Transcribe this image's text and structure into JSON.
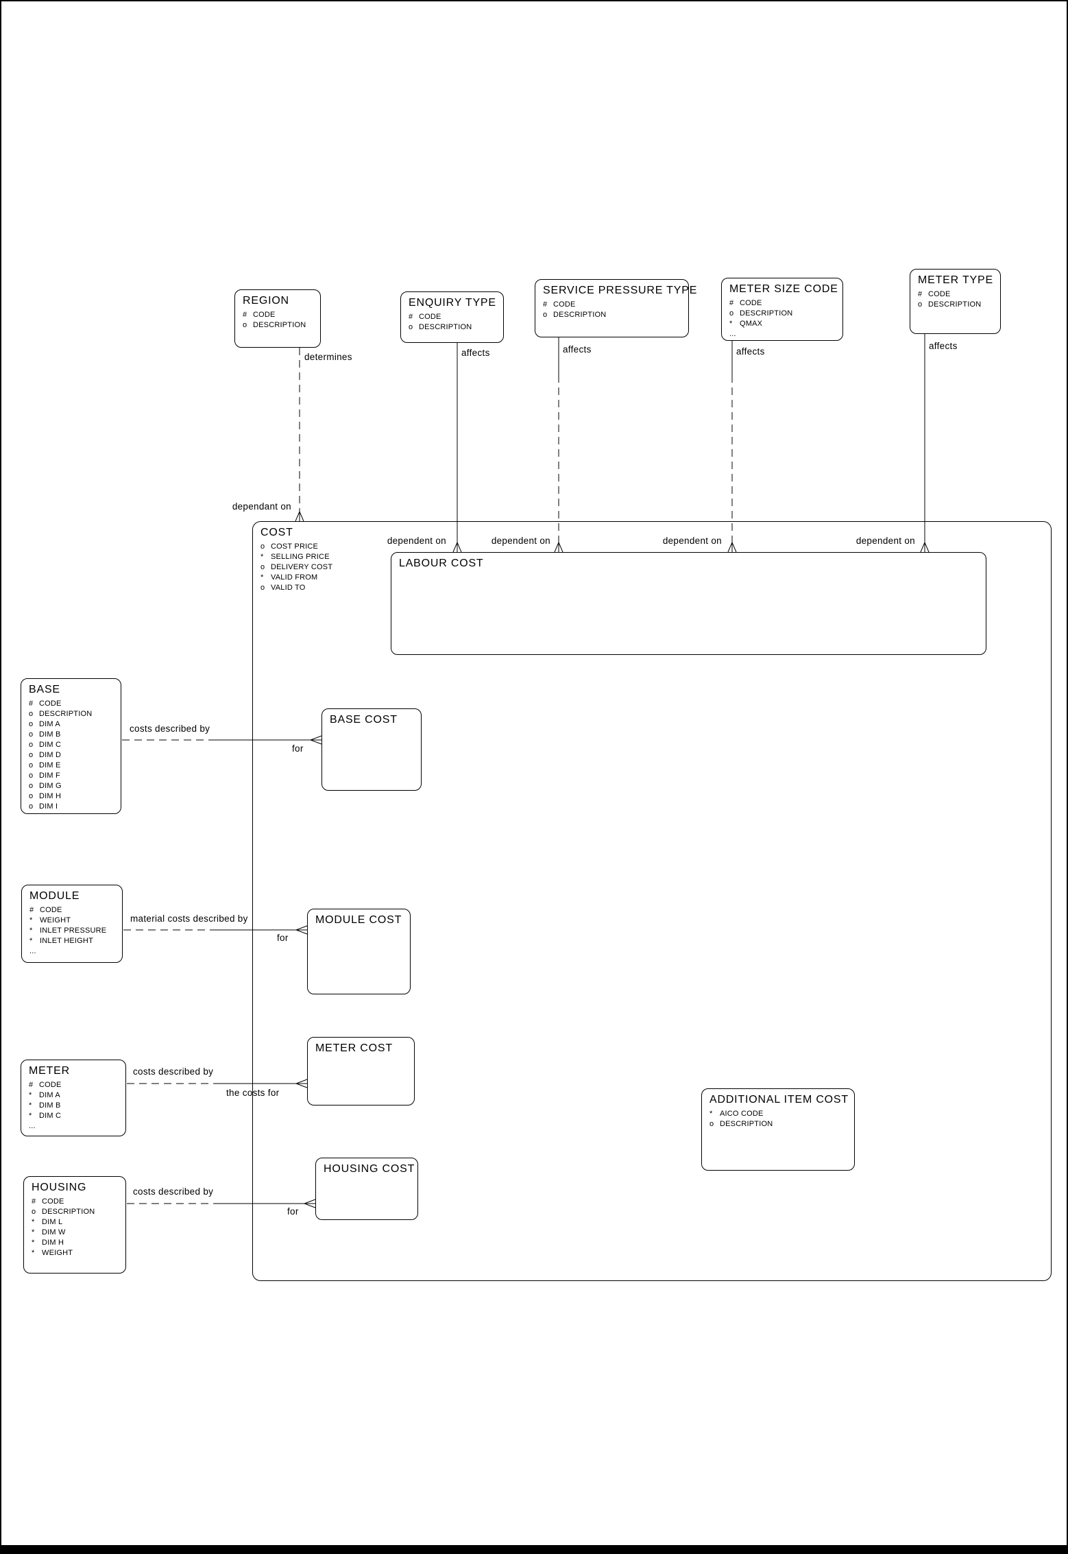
{
  "page": {
    "background": "#ffffff",
    "line_color": "#000000"
  },
  "entities": {
    "region": {
      "title": "REGION",
      "attrs": [
        {
          "p": "#",
          "n": "CODE"
        },
        {
          "p": "o",
          "n": "DESCRIPTION"
        }
      ]
    },
    "enquiry_type": {
      "title": "ENQUIRY TYPE",
      "attrs": [
        {
          "p": "#",
          "n": "CODE"
        },
        {
          "p": "o",
          "n": "DESCRIPTION"
        }
      ]
    },
    "service_pressure_type": {
      "title": "SERVICE PRESSURE TYPE",
      "attrs": [
        {
          "p": "#",
          "n": "CODE"
        },
        {
          "p": "o",
          "n": "DESCRIPTION"
        }
      ]
    },
    "meter_size_code": {
      "title": "METER SIZE CODE",
      "attrs": [
        {
          "p": "#",
          "n": "CODE"
        },
        {
          "p": "o",
          "n": "DESCRIPTION"
        },
        {
          "p": "*",
          "n": "QMAX"
        },
        {
          "p": "...",
          "n": ""
        }
      ]
    },
    "meter_type": {
      "title": "METER TYPE",
      "attrs": [
        {
          "p": "#",
          "n": "CODE"
        },
        {
          "p": "o",
          "n": "DESCRIPTION"
        }
      ]
    },
    "cost": {
      "title": "COST",
      "attrs": [
        {
          "p": "o",
          "n": "COST PRICE"
        },
        {
          "p": "*",
          "n": "SELLING PRICE"
        },
        {
          "p": "o",
          "n": "DELIVERY COST"
        },
        {
          "p": "*",
          "n": "VALID FROM"
        },
        {
          "p": "o",
          "n": "VALID TO"
        }
      ]
    },
    "labour_cost": {
      "title": "LABOUR COST"
    },
    "base": {
      "title": "BASE",
      "attrs": [
        {
          "p": "#",
          "n": "CODE"
        },
        {
          "p": "o",
          "n": "DESCRIPTION"
        },
        {
          "p": "o",
          "n": "DIM A"
        },
        {
          "p": "o",
          "n": "DIM B"
        },
        {
          "p": "o",
          "n": "DIM C"
        },
        {
          "p": "o",
          "n": "DIM D"
        },
        {
          "p": "o",
          "n": "DIM E"
        },
        {
          "p": "o",
          "n": "DIM F"
        },
        {
          "p": "o",
          "n": "DIM G"
        },
        {
          "p": "o",
          "n": "DIM H"
        },
        {
          "p": "o",
          "n": "DIM I"
        }
      ]
    },
    "base_cost": {
      "title": "BASE COST"
    },
    "module": {
      "title": "MODULE",
      "attrs": [
        {
          "p": "#",
          "n": "CODE"
        },
        {
          "p": "*",
          "n": "WEIGHT"
        },
        {
          "p": "*",
          "n": "INLET PRESSURE"
        },
        {
          "p": "*",
          "n": "INLET HEIGHT"
        },
        {
          "p": "...",
          "n": ""
        }
      ]
    },
    "module_cost": {
      "title": "MODULE COST"
    },
    "meter": {
      "title": "METER",
      "attrs": [
        {
          "p": "#",
          "n": "CODE"
        },
        {
          "p": "*",
          "n": "DIM A"
        },
        {
          "p": "*",
          "n": "DIM B"
        },
        {
          "p": "*",
          "n": "DIM C"
        },
        {
          "p": "...",
          "n": ""
        }
      ]
    },
    "meter_cost": {
      "title": "METER COST"
    },
    "additional_item_cost": {
      "title": "ADDITIONAL ITEM COST",
      "attrs": [
        {
          "p": "*",
          "n": "AICO CODE"
        },
        {
          "p": "o",
          "n": "DESCRIPTION"
        }
      ]
    },
    "housing": {
      "title": "HOUSING",
      "attrs": [
        {
          "p": "#",
          "n": "CODE"
        },
        {
          "p": "o",
          "n": "DESCRIPTION"
        },
        {
          "p": "*",
          "n": "DIM L"
        },
        {
          "p": "*",
          "n": "DIM W"
        },
        {
          "p": "*",
          "n": "DIM H"
        },
        {
          "p": "*",
          "n": "WEIGHT"
        }
      ]
    },
    "housing_cost": {
      "title": "HOUSING COST"
    }
  },
  "relationship_labels": {
    "determines": "determines",
    "dependant_on": "dependant on",
    "affects": "affects",
    "dependent_on": "dependent on",
    "costs_described_by": "costs described by",
    "material_costs_described_by": "material costs described by",
    "the_costs_for": "the costs for",
    "for_label": "for"
  }
}
